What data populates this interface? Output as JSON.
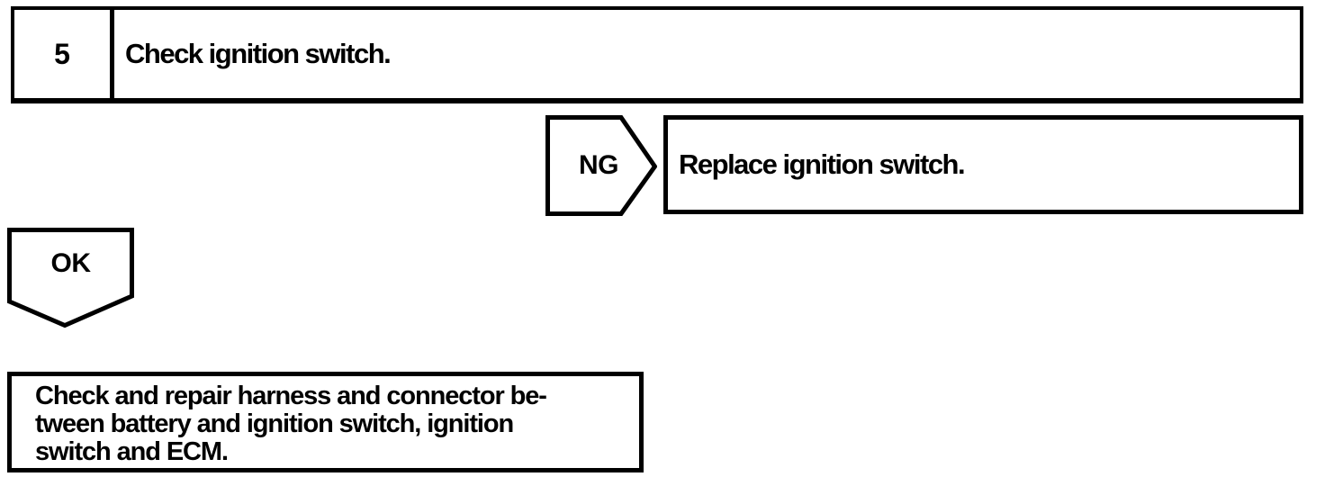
{
  "page": {
    "background_color": "#ffffff",
    "ink_color": "#000000"
  },
  "flowchart": {
    "step": {
      "number": "5",
      "instruction": "Check ignition switch."
    },
    "ng_branch": {
      "label": "NG",
      "action": "Replace ignition switch."
    },
    "ok_branch": {
      "label": "OK"
    },
    "result": {
      "lines": [
        "Check and repair harness and connector be-",
        "tween battery and ignition switch, ignition",
        "switch and ECM."
      ]
    }
  }
}
